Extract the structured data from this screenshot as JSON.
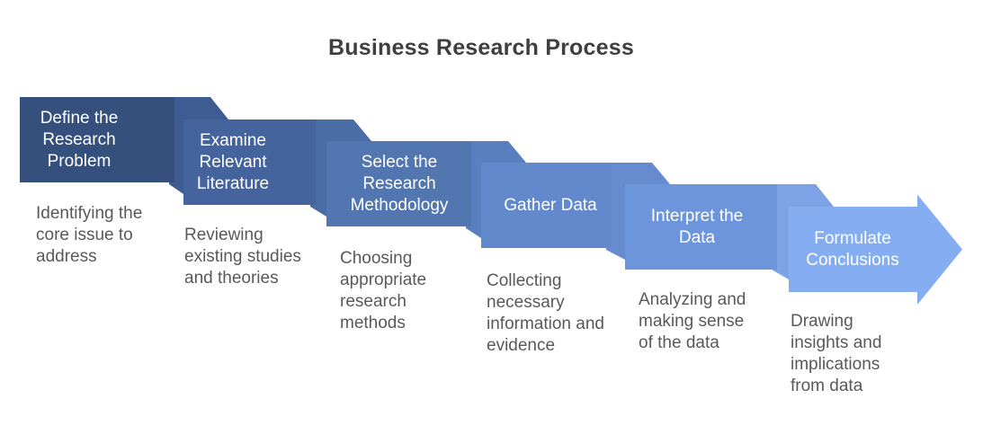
{
  "title": "Business Research Process",
  "colors": {
    "background": "#FFFFFF",
    "title_text": "#3F3F3F",
    "step_label_text": "#FFFFFF",
    "description_text": "#595959"
  },
  "steps": [
    {
      "label": "Define the\nResearch\nProblem",
      "description": "Identifying the\ncore issue to\naddress",
      "color": "#35507D",
      "fold_color": null
    },
    {
      "label": "Examine\nRelevant\nLiterature",
      "description": "Reviewing\nexisting studies\nand theories",
      "color": "#45649D",
      "fold_color": "#3F5C92"
    },
    {
      "label": "Select the\nResearch\nMethodology",
      "description": "Choosing\nappropriate\nresearch\nmethods",
      "color": "#5176B0",
      "fold_color": "#4A6DA5"
    },
    {
      "label": "Gather Data",
      "description": "Collecting\nnecessary\ninformation and\nevidence",
      "color": "#6189CC",
      "fold_color": "#597FBE"
    },
    {
      "label": "Interpret the\nData",
      "description": "Analyzing and\nmaking sense\nof the data",
      "color": "#6D95DB",
      "fold_color": "#668BCF"
    },
    {
      "label": "Formulate\nConclusions",
      "description": "Drawing\ninsights and\nimplications\nfrom data",
      "color": "#85AEF2",
      "fold_color": "#7BA3E5"
    }
  ]
}
